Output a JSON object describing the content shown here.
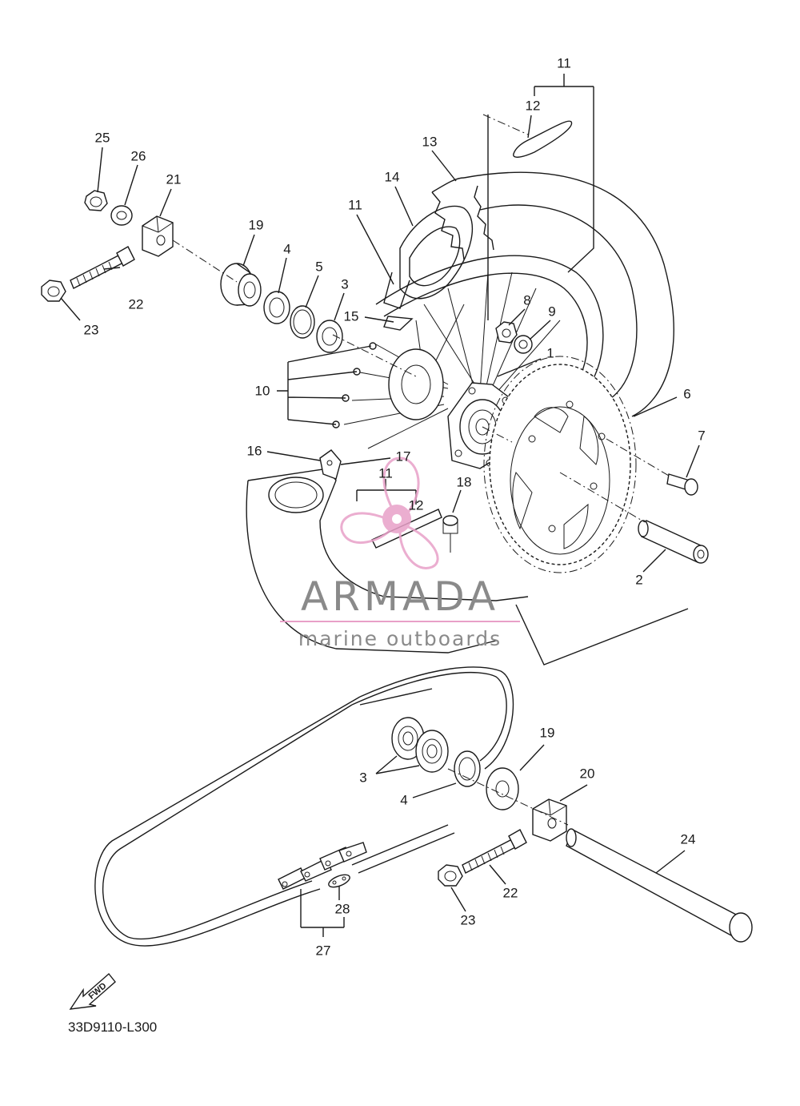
{
  "diagram": {
    "code": "33D9110-L300",
    "fwd_label": "FWD",
    "watermark": {
      "brand": "ARMADA",
      "tagline": "marine outboards",
      "color": "#e8a0c8"
    },
    "callouts": [
      "11",
      "12",
      "13",
      "14",
      "11",
      "25",
      "26",
      "21",
      "19",
      "4",
      "5",
      "3",
      "15",
      "8",
      "9",
      "22",
      "23",
      "1",
      "10",
      "6",
      "7",
      "16",
      "17",
      "11",
      "12",
      "18",
      "2",
      "19",
      "20",
      "3",
      "4",
      "24",
      "22",
      "23",
      "28",
      "27"
    ]
  }
}
